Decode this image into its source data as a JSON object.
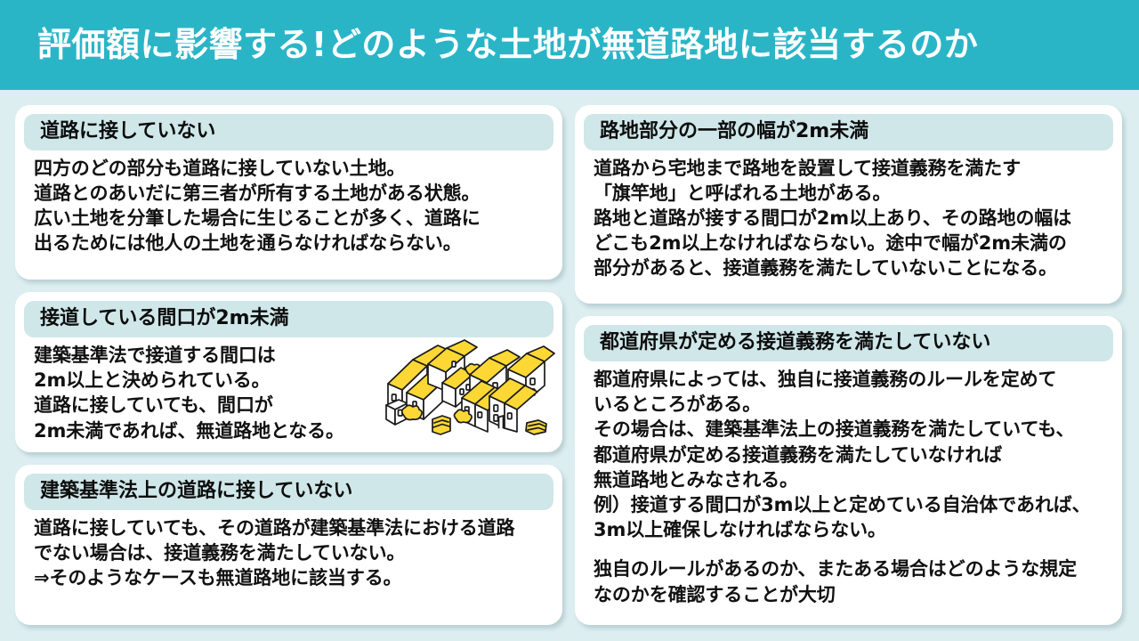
{
  "title": "評価額に影響する!どのような土地が無道路地に該当するのか",
  "theme": {
    "banner": "#2ab5c7",
    "page_background": "#dceef0",
    "card_background": "#ffffff",
    "card_header_background": "#cfe7e9",
    "text": "#111111",
    "roof_yellow": "#fdd835"
  },
  "left_column": {
    "cards": [
      {
        "header": "道路に接していない",
        "paragraphs": [
          "四方のどの部分も道路に接していない土地。\n道路とのあいだに第三者が所有する土地がある状態。\n広い土地を分筆した場合に生じることが多く、道路に\n出るためには他人の土地を通らなければならない。"
        ]
      },
      {
        "header": "接道している間口が2m未満",
        "paragraphs": [
          "建築基準法で接道する間口は\n2m以上と決められている。\n道路に接していても、間口が\n2m未満であれば、無道路地となる。"
        ],
        "illustration": "residential-houses-illustration"
      },
      {
        "header": "建築基準法上の道路に接していない",
        "paragraphs": [
          "道路に接していても、その道路が建築基準法における道路\nでない場合は、接道義務を満たしていない。\n⇒そのようなケースも無道路地に該当する。"
        ]
      }
    ]
  },
  "right_column": {
    "cards": [
      {
        "header": "路地部分の一部の幅が2m未満",
        "paragraphs": [
          "道路から宅地まで路地を設置して接道義務を満たす\n「旗竿地」と呼ばれる土地がある。\n路地と道路が接する間口が2m以上あり、その路地の幅は\nどこも2m以上なければならない。途中で幅が2m未満の\n部分があると、接道義務を満たしていないことになる。"
        ]
      },
      {
        "header": "都道府県が定める接道義務を満たしていない",
        "paragraphs": [
          "都道府県によっては、独自に接道義務のルールを定めて\nいるところがある。\nその場合は、建築基準法上の接道義務を満たしていても、\n都道府県が定める接道義務を満たしていなければ\n無道路地とみなされる。\n例）接道する間口が3m以上と定めている自治体であれば、\n3m以上確保しなければならない。",
          "独自のルールがあるのか、またある場合はどのような規定\nなのかを確認することが大切"
        ]
      }
    ]
  }
}
